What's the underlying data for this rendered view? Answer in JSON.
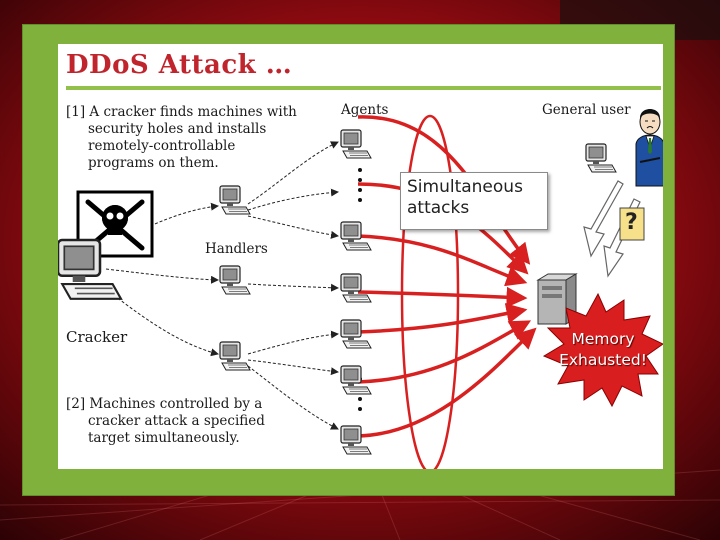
{
  "slide": {
    "title": "DDoS Attack …"
  },
  "diagram": {
    "step1_lines": [
      "[1] A cracker finds machines with",
      "security holes and installs",
      "remotely-controllable",
      "programs on them."
    ],
    "step2_lines": [
      "[2] Machines controlled by a",
      "cracker attack a specified",
      "target simultaneously."
    ],
    "labels": {
      "agents": "Agents",
      "general_user": "General user",
      "handlers": "Handlers",
      "cracker": "Cracker"
    },
    "callout_lines": [
      "Simultaneous",
      "attacks"
    ],
    "burst_lines": [
      "Memory",
      "Exhausted!"
    ],
    "question_mark": "?",
    "colors": {
      "title": "#c0242c",
      "frame": "#7fb13c",
      "attack_arrows": "#d82020",
      "burst": "#d81e1e"
    },
    "icons": [
      "skull-crossbones-icon",
      "computer-icon",
      "server-icon",
      "businessman-icon",
      "question-icon"
    ]
  }
}
